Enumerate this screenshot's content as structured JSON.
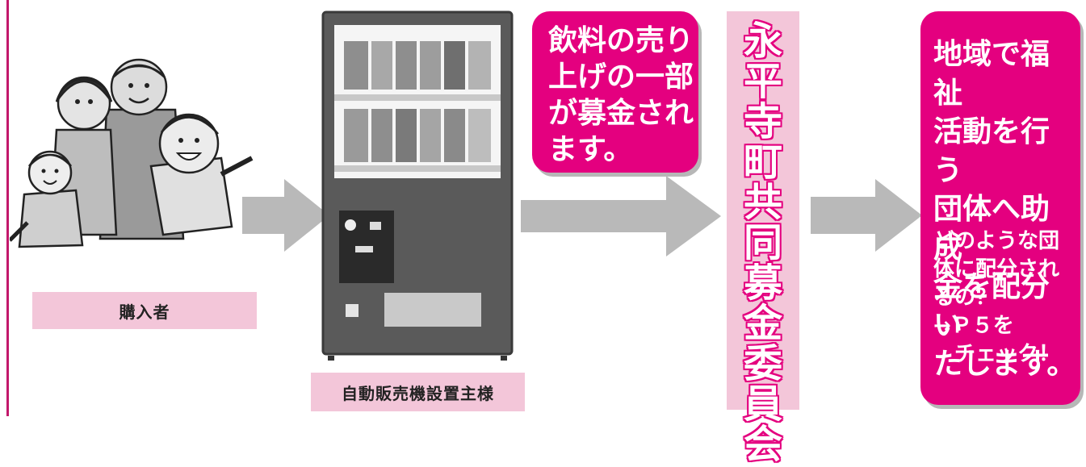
{
  "buyer": {
    "label": "購入者"
  },
  "vending": {
    "label": "自動販売機設置主様"
  },
  "callout_donation": {
    "lines": [
      "飲料の売り",
      "上げの一部",
      "が募金され",
      "ます。"
    ]
  },
  "committee": {
    "name": "永平寺町共同募金委員会"
  },
  "callout_grant": {
    "main_lines": [
      "地域で福祉",
      "活動を行う",
      "団体へ助成",
      "金を配分い",
      "たします。"
    ],
    "sub_lines": [
      "どのような団",
      "体に配分され",
      "るの？",
      "→Ｐ５を",
      "　チェック！"
    ]
  },
  "colors": {
    "accent": "#e4007f",
    "label_bg": "#f3c6d9",
    "arrow": "#b9b9b9",
    "machine": "#555555"
  },
  "icons": [
    "family-illustration",
    "vending-machine-illustration",
    "arrow-right-icon"
  ]
}
